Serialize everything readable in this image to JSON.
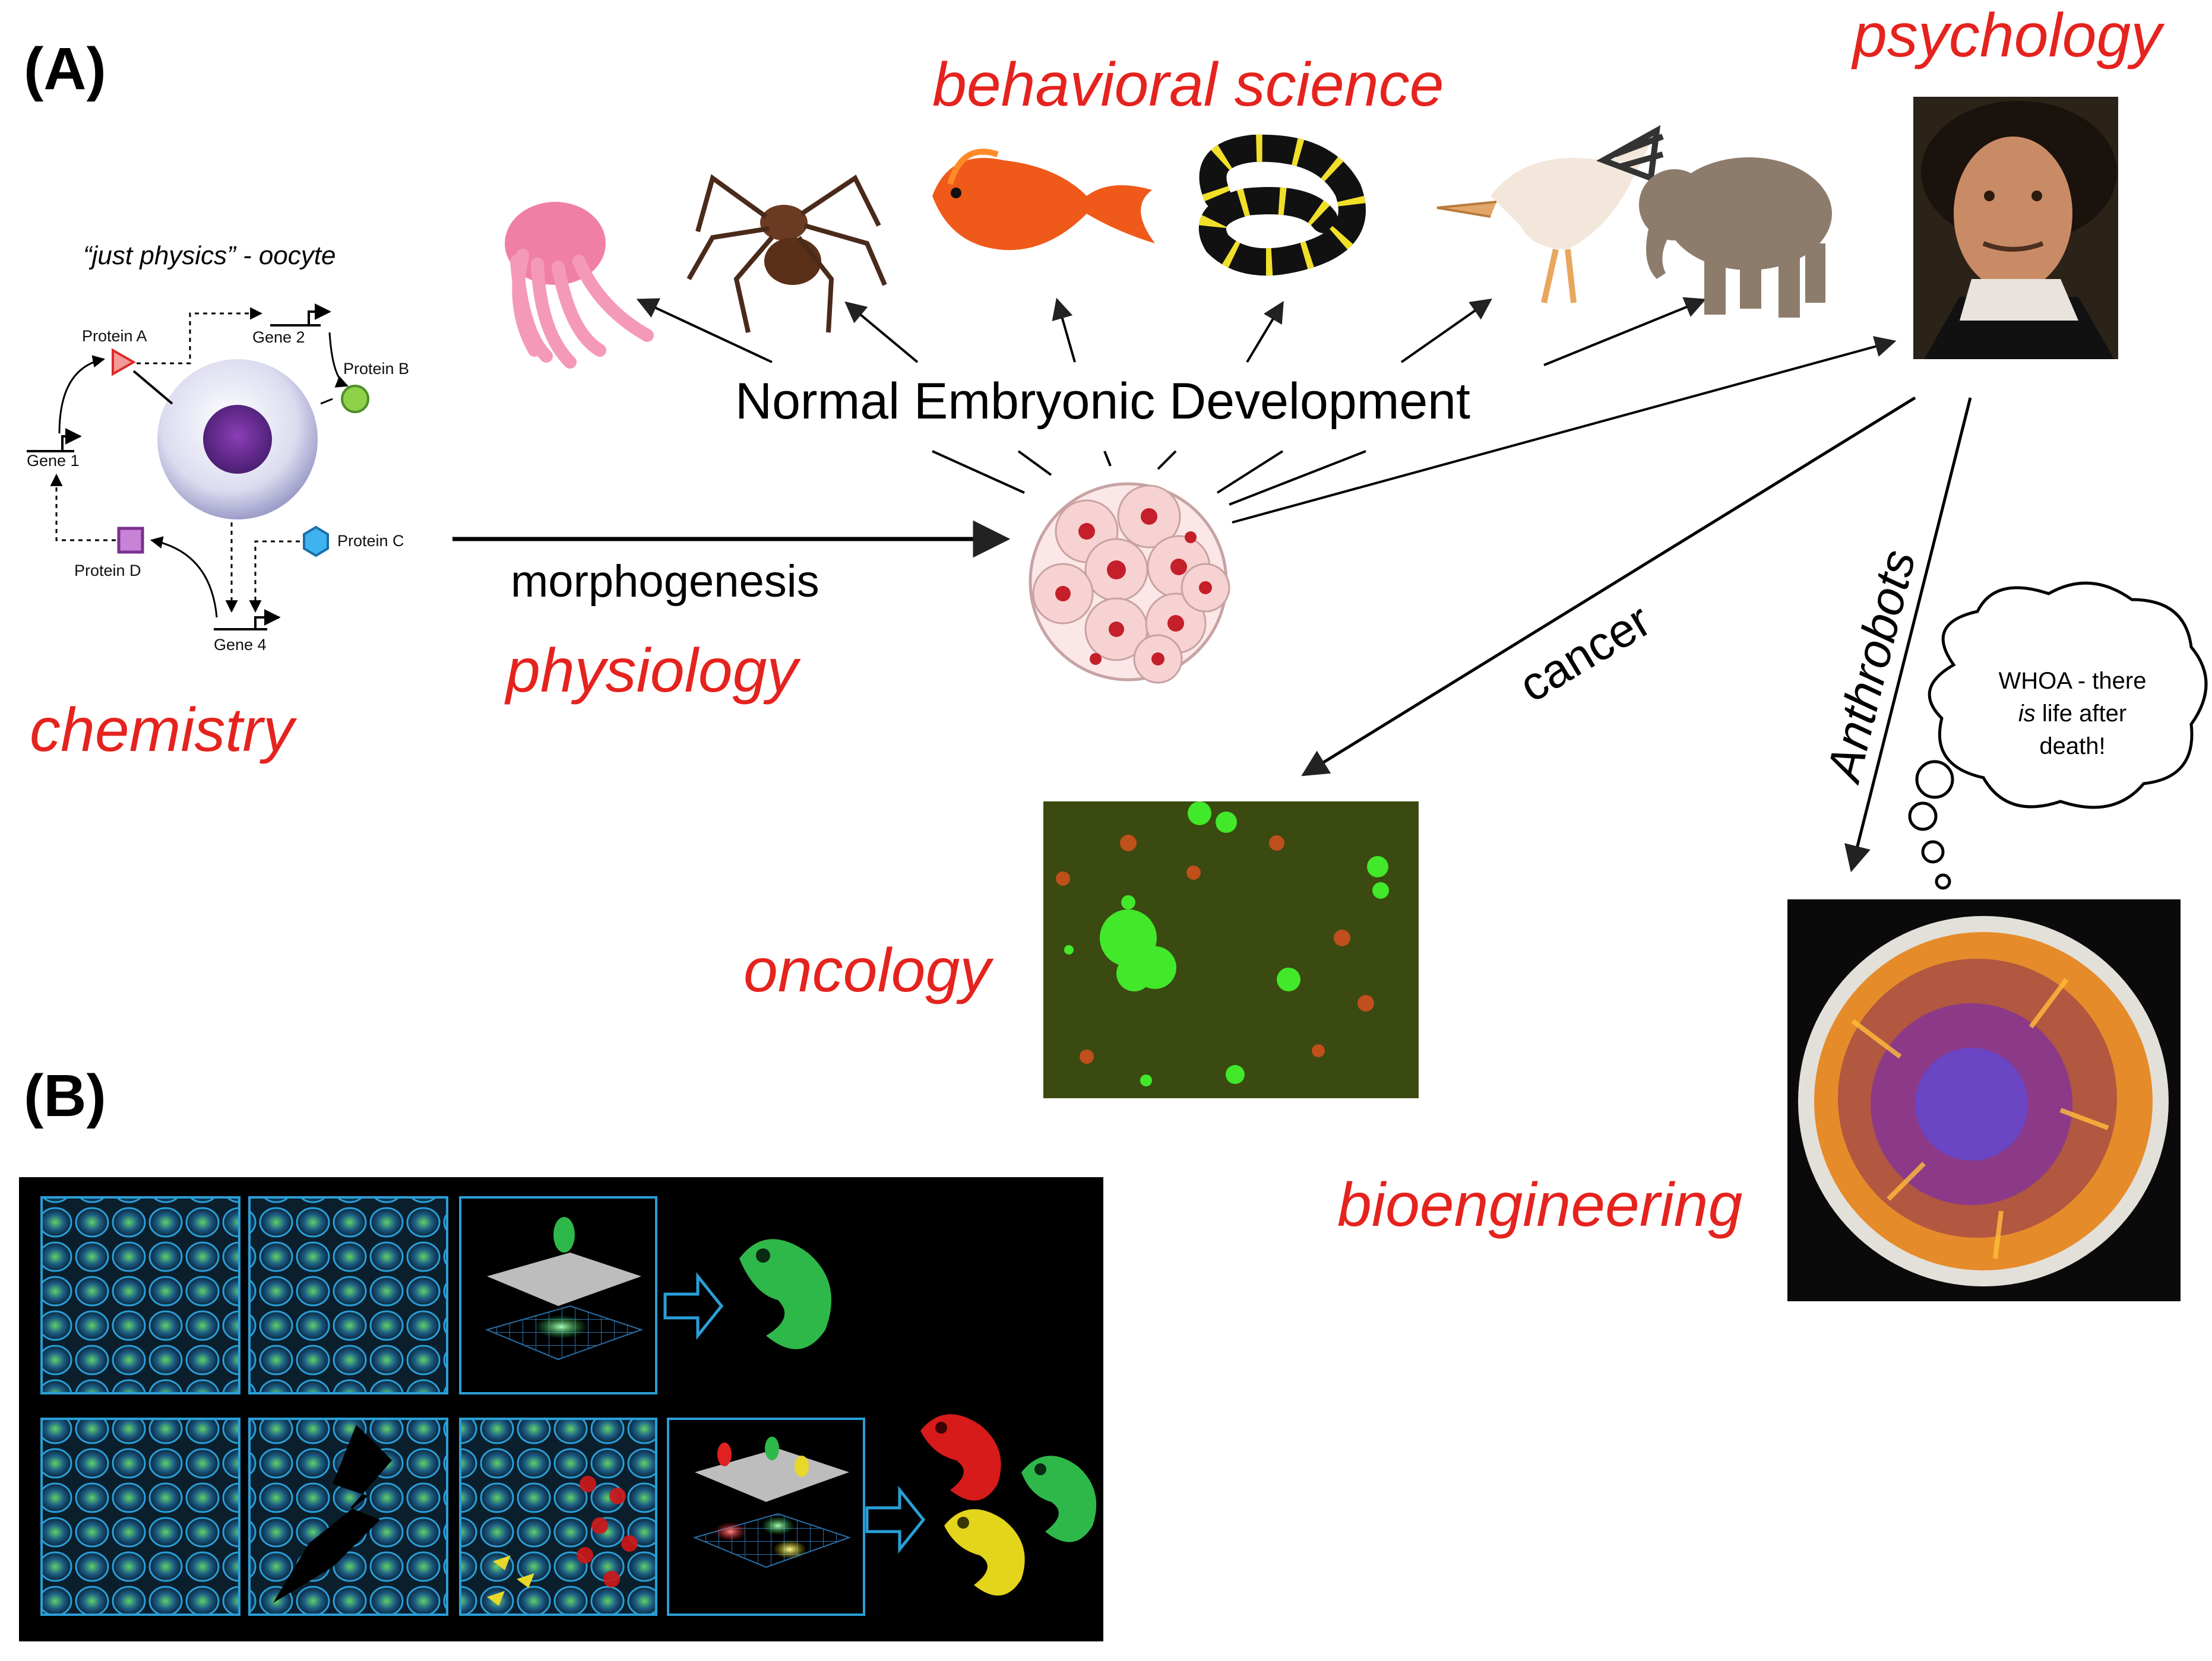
{
  "panels": {
    "a": "(A)",
    "b": "(B)"
  },
  "oocyte": {
    "caption": "“just physics” - oocyte",
    "protein_a": "Protein A",
    "protein_b": "Protein B",
    "protein_c": "Protein C",
    "protein_d": "Protein D",
    "gene_1": "Gene 1",
    "gene_2": "Gene 2",
    "gene_4": "Gene 4"
  },
  "fields": {
    "chemistry": "chemistry",
    "physiology": "physiology",
    "behavioral_science": "behavioral science",
    "psychology": "psychology",
    "oncology": "oncology",
    "bioengineering": "bioengineering"
  },
  "arrows": {
    "morphogenesis": "morphogenesis",
    "normal_dev": "Normal Embryonic Development",
    "cancer": "cancer",
    "anthrobots": "Anthrobots"
  },
  "thought": {
    "line1": "WHOA - there",
    "line2_em": "is",
    "line2_rest": " life after",
    "line3": "death!"
  },
  "colors": {
    "accent_red": "#e5231e",
    "panel_b_bg": "#000000",
    "cell_blue": "#2a9fd8"
  },
  "icons": [
    "jellyfish-icon",
    "spider-icon",
    "goldfish-icon",
    "snake-icon",
    "pelican-icon",
    "elephant-icon",
    "portrait-icon",
    "embryo-icon",
    "oocyte-icon"
  ]
}
